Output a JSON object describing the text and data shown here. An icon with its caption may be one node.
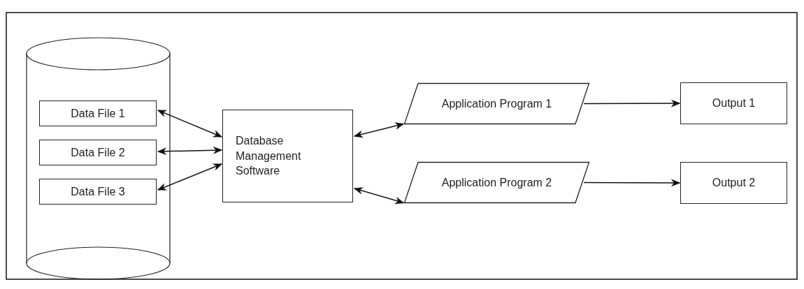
{
  "diagram": {
    "nodes": [
      {
        "text": [],
        "shape": "cylinder"
      },
      {
        "text": [
          "Data File 1"
        ],
        "in": 0
      },
      {
        "text": [
          "Data File 2"
        ],
        "in": 0
      },
      {
        "text": [
          "Data File 3"
        ],
        "in": 0
      },
      {
        "text": [
          "Database Management Software"
        ]
      },
      {
        "text": [
          "Application Program 1"
        ]
      },
      {
        "text": [
          "Application Program 2"
        ]
      },
      {
        "text": [
          "Output 1"
        ]
      },
      {
        "text": [
          "Output 2"
        ]
      }
    ],
    "edges": [
      {
        "from": 1,
        "to": 4,
        "arrow": "both"
      },
      {
        "from": 2,
        "to": 4,
        "arrow": "both"
      },
      {
        "from": 3,
        "to": 4,
        "arrow": "both"
      },
      {
        "from": 4,
        "to": 5,
        "arrow": "both"
      },
      {
        "from": 4,
        "to": 6,
        "arrow": "both"
      },
      {
        "from": 5,
        "to": 7,
        "arrow": "to"
      },
      {
        "from": 6,
        "to": 8,
        "arrow": "to"
      }
    ]
  }
}
